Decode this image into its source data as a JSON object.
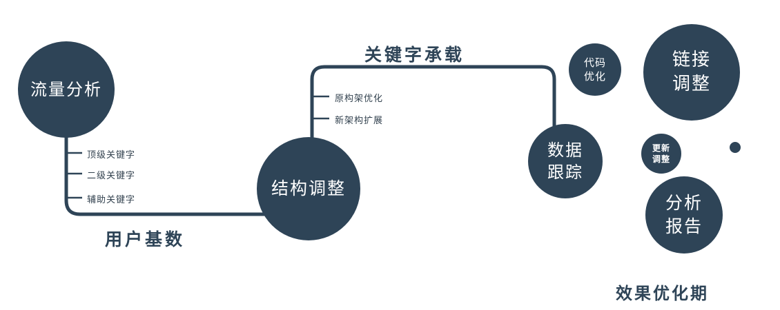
{
  "colors": {
    "primary": "#2e4457",
    "background": "#ffffff",
    "node_text": "#ffffff"
  },
  "nodes": {
    "traffic_analysis": {
      "label": "流量分析"
    },
    "structure_adjust": {
      "label": "结构调整"
    },
    "data_tracking": {
      "line1": "数据",
      "line2": "跟踪"
    },
    "code_optimize": {
      "line1": "代码",
      "line2": "优化"
    },
    "link_adjust": {
      "line1": "链接",
      "line2": "调整"
    },
    "update_adjust": {
      "line1": "更新",
      "line2": "调整"
    },
    "analysis_report": {
      "line1": "分析",
      "line2": "报告"
    }
  },
  "edges": {
    "user_base_label": "用户基数",
    "keyword_carry_label": "关键字承载"
  },
  "branches": {
    "traffic": [
      "顶级关键字",
      "二级关键字",
      "辅助关键字"
    ],
    "structure": [
      "原构架优化",
      "新架构扩展"
    ]
  },
  "caption": "效果优化期"
}
